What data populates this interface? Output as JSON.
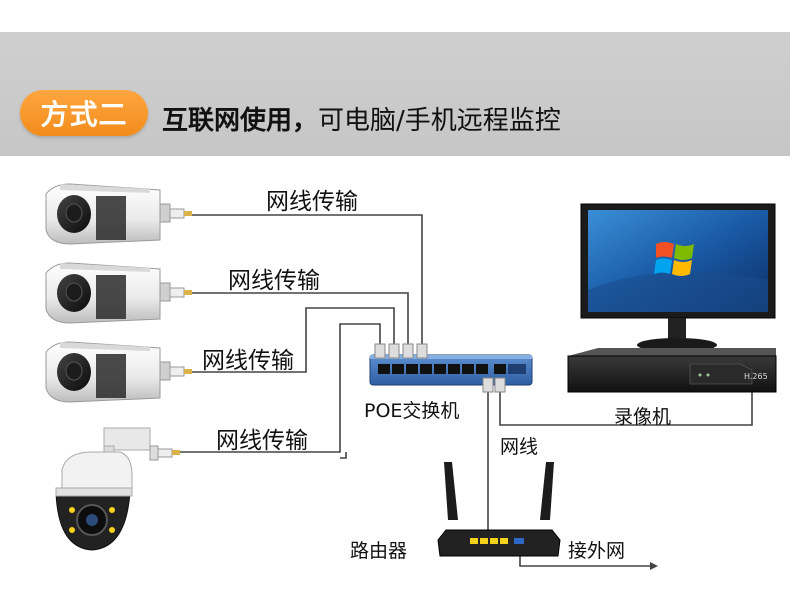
{
  "header": {
    "badge": "方式二",
    "title_bold": "互联网使用，",
    "title_rest": "可电脑/手机远程监控"
  },
  "labels": {
    "cable_1": "网线传输",
    "cable_2": "网线传输",
    "cable_3": "网线传输",
    "cable_4": "网线传输",
    "poe_switch": "POE交换机",
    "nvr": "录像机",
    "network_cable": "网线",
    "router": "路由器",
    "external_net": "接外网",
    "nvr_model": "H.265"
  },
  "colors": {
    "badge": "#f5921e",
    "header_band": "#c8c8c8",
    "switch_body": "#3a6fb5",
    "wire": "#444444"
  }
}
